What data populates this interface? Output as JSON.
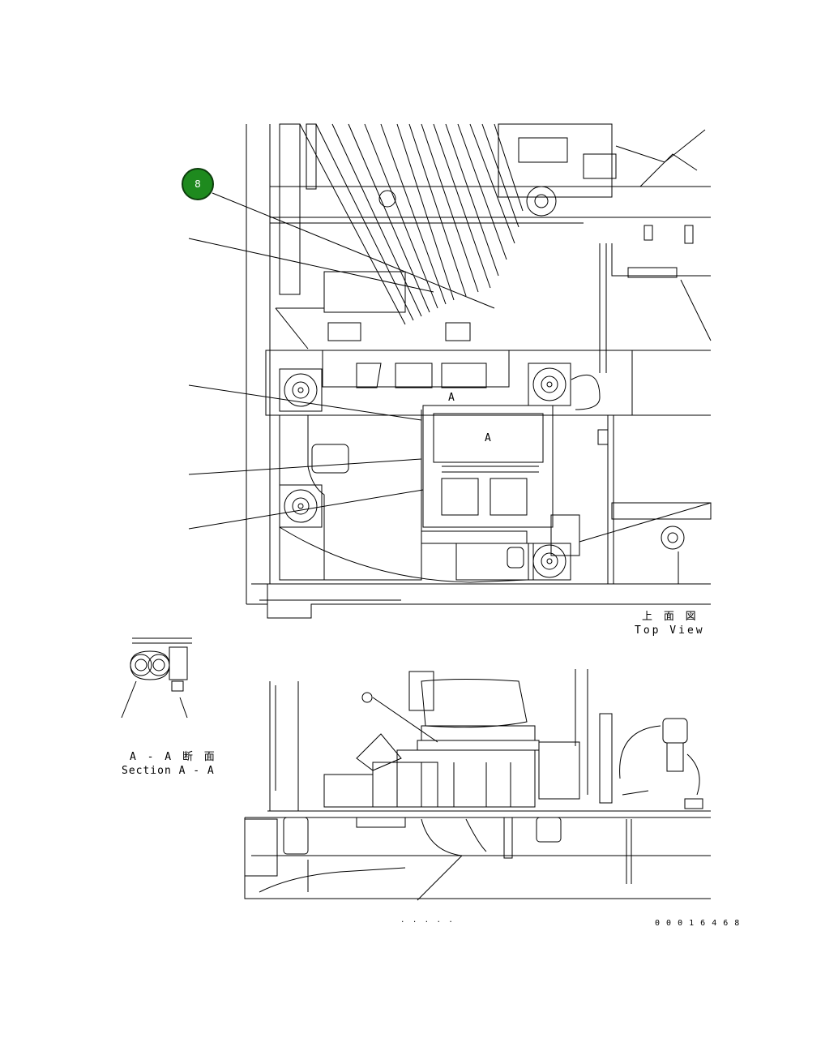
{
  "callout": {
    "number": "8"
  },
  "top_view": {
    "label_jp": "上 面 図",
    "label_en": "Top View"
  },
  "section_aa": {
    "label_jp": "A - A 断 面",
    "label_en": "Section A - A"
  },
  "section_marks": [
    "A",
    "A"
  ],
  "footer": {
    "dots": ". . . . .",
    "drawing_number": "0 0 0 1 6 4 6 8"
  },
  "colors": {
    "callout_fill": "#1e8a1e",
    "ink": "#000000"
  }
}
